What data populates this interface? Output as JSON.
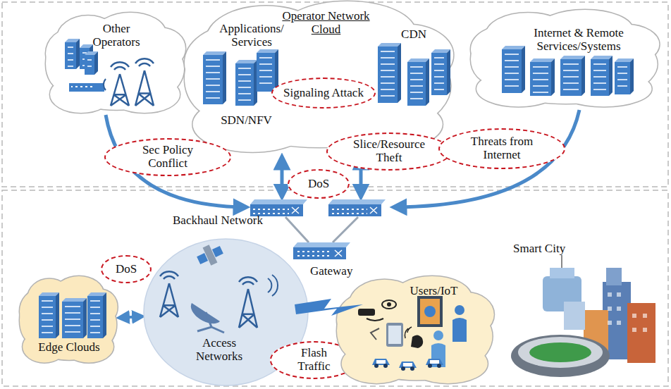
{
  "diagram": {
    "nodes": [
      {
        "text": [
          "Other Operators"
        ]
      },
      {
        "text": [
          "Operator Network Cloud",
          "Applications/ Services",
          "CDN",
          "SDN/NFV"
        ]
      },
      {
        "text": [
          "Signaling Attack"
        ],
        "in": 1
      },
      {
        "text": [
          "Internet & Remote Services/Systems"
        ]
      },
      {
        "text": [
          "Sec Policy Conflict"
        ]
      },
      {
        "text": [
          "DoS"
        ]
      },
      {
        "text": [
          "Slice/Resource Theft"
        ]
      },
      {
        "text": [
          "Threats from Internet"
        ]
      },
      {
        "text": [
          "Edge Clouds"
        ]
      },
      {
        "text": [
          "DoS"
        ]
      },
      {
        "text": [
          "Access Networks"
        ]
      },
      {
        "text": [
          "Flash Traffic"
        ]
      },
      {
        "text": [
          "Users/IoT"
        ]
      }
    ],
    "edges": [
      {
        "from": 8,
        "to": 10,
        "arrow": "both"
      }
    ],
    "labels": [
      "Backhaul Network",
      "Gateway",
      "Smart City"
    ]
  }
}
